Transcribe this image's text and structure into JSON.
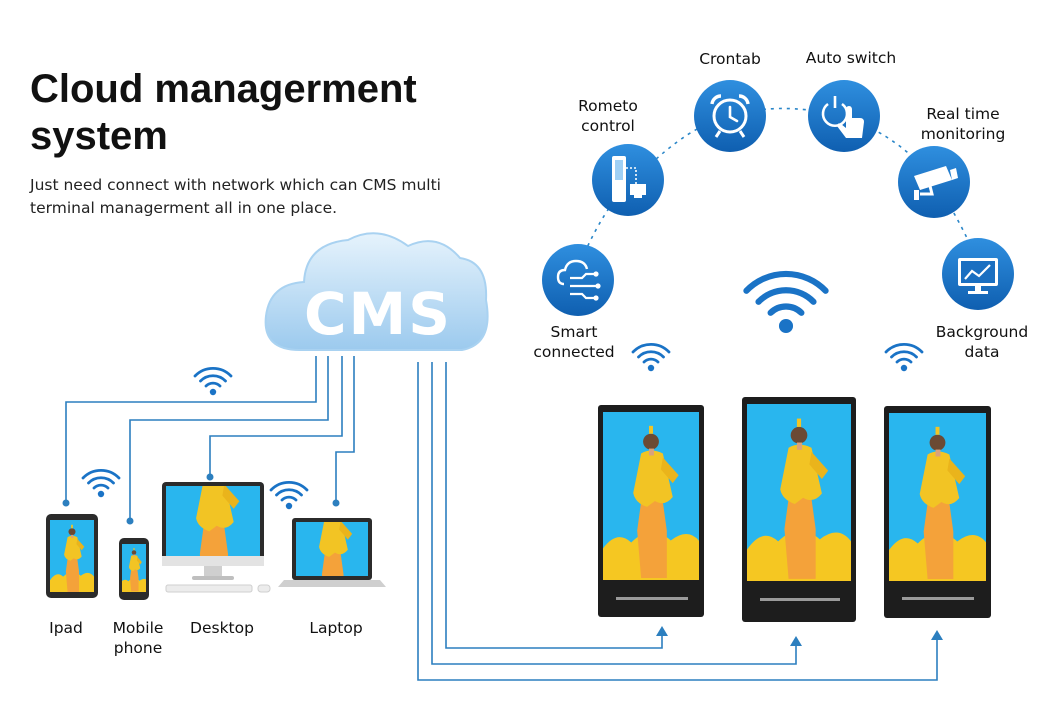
{
  "header": {
    "title": "Cloud managerment system",
    "subtitle": "Just need connect with network which can CMS multi terminal managerment all in one place."
  },
  "cloud": {
    "label": "CMS"
  },
  "functions": [
    {
      "label": "Smart connected",
      "icon": "smart-connect-icon"
    },
    {
      "label": "Rometo control",
      "icon": "remote-control-icon"
    },
    {
      "label": "Crontab",
      "icon": "alarm-clock-icon"
    },
    {
      "label": "Auto switch",
      "icon": "power-touch-icon"
    },
    {
      "label": "Real time monitoring",
      "icon": "security-camera-icon"
    },
    {
      "label": "Background data",
      "icon": "chart-monitor-icon"
    }
  ],
  "devices": [
    {
      "label": "Ipad"
    },
    {
      "label": "Mobile phone"
    },
    {
      "label": "Desktop"
    },
    {
      "label": "Laptop"
    }
  ],
  "colors": {
    "accent": "#1a73c6",
    "line": "#2c7fbf",
    "cloud_fill": "#cfe6f7",
    "cloud_dark": "#8fc3e9",
    "photo_bg": "#29b6ee",
    "coat": "#f2c424"
  }
}
